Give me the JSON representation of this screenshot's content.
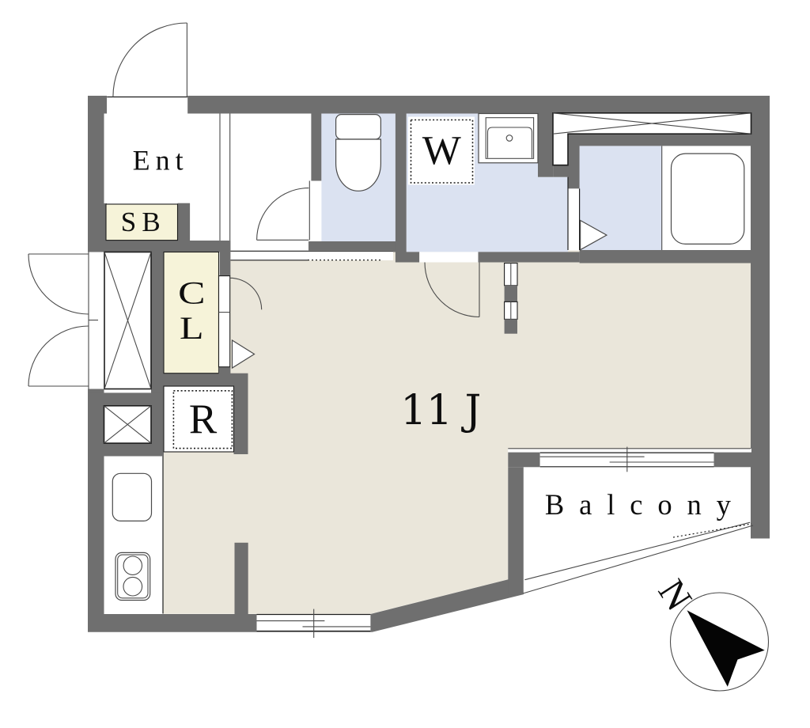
{
  "diagram": {
    "type": "apartment-floor-plan",
    "labels": {
      "entrance": "Ent",
      "shoe_box": "SB",
      "closet_top": "C",
      "closet_bottom": "L",
      "refrigerator": "R",
      "washing_machine": "W",
      "main_room": "11 J",
      "balcony": "Balcony",
      "north": "N"
    },
    "colors": {
      "wall": "#6f6f6f",
      "floor-main": "#eae6da",
      "floor-wet": "#dbe2f1",
      "storage": "#f6f3d9",
      "line": "#1d1d1d",
      "fixture": "#4a4a4a",
      "door": "#4a4a4a"
    }
  }
}
